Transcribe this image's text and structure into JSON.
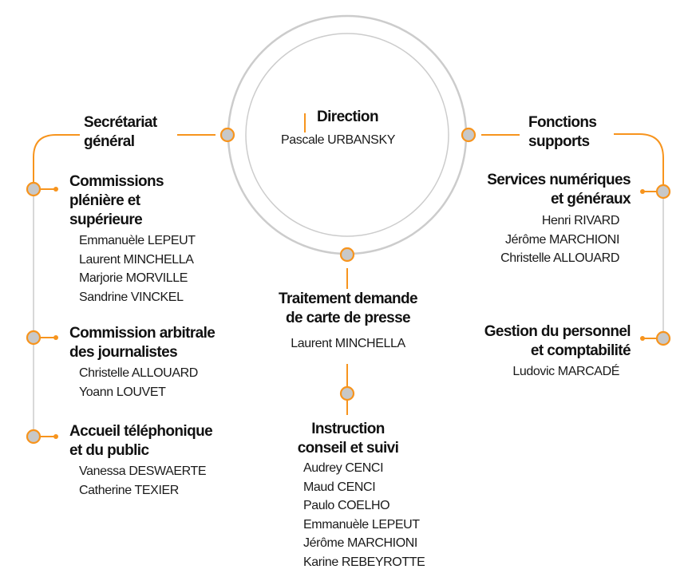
{
  "colors": {
    "accent": "#f7941d",
    "ring": "#cccccc",
    "node_fill": "#c8c8c8"
  },
  "direction": {
    "title": "Direction",
    "name": "Pascale URBANSKY"
  },
  "secretariat": {
    "title": [
      "Secrétariat",
      "général"
    ],
    "units": [
      {
        "title": [
          "Commissions",
          "plénière et",
          "supérieure"
        ],
        "members": [
          "Emmanuèle LEPEUT",
          "Laurent MINCHELLA",
          "Marjorie MORVILLE",
          "Sandrine VINCKEL"
        ]
      },
      {
        "title": [
          "Commission arbitrale",
          "des journalistes"
        ],
        "members": [
          "Christelle ALLOUARD",
          "Yoann LOUVET"
        ]
      },
      {
        "title": [
          "Accueil téléphonique",
          "et du public"
        ],
        "members": [
          "Vanessa DESWAERTE",
          "Catherine TEXIER"
        ]
      }
    ]
  },
  "fonctions": {
    "title": [
      "Fonctions",
      "supports"
    ],
    "units": [
      {
        "title": [
          "Services numériques",
          "et généraux"
        ],
        "members": [
          "Henri RIVARD",
          "Jérôme MARCHIONI",
          "Christelle ALLOUARD"
        ]
      },
      {
        "title": [
          "Gestion du personnel",
          "et comptabilité"
        ],
        "members": [
          "Ludovic MARCADÉ"
        ]
      }
    ]
  },
  "traitement": {
    "title": [
      "Traitement demande",
      "de carte de presse"
    ],
    "name": "Laurent MINCHELLA",
    "sub": {
      "title": [
        "Instruction",
        "conseil et suivi"
      ],
      "members": [
        "Audrey CENCI",
        "Maud CENCI",
        "Paulo COELHO",
        "Emmanuèle LEPEUT",
        "Jérôme MARCHIONI",
        "Karine REBEYROTTE"
      ]
    }
  }
}
